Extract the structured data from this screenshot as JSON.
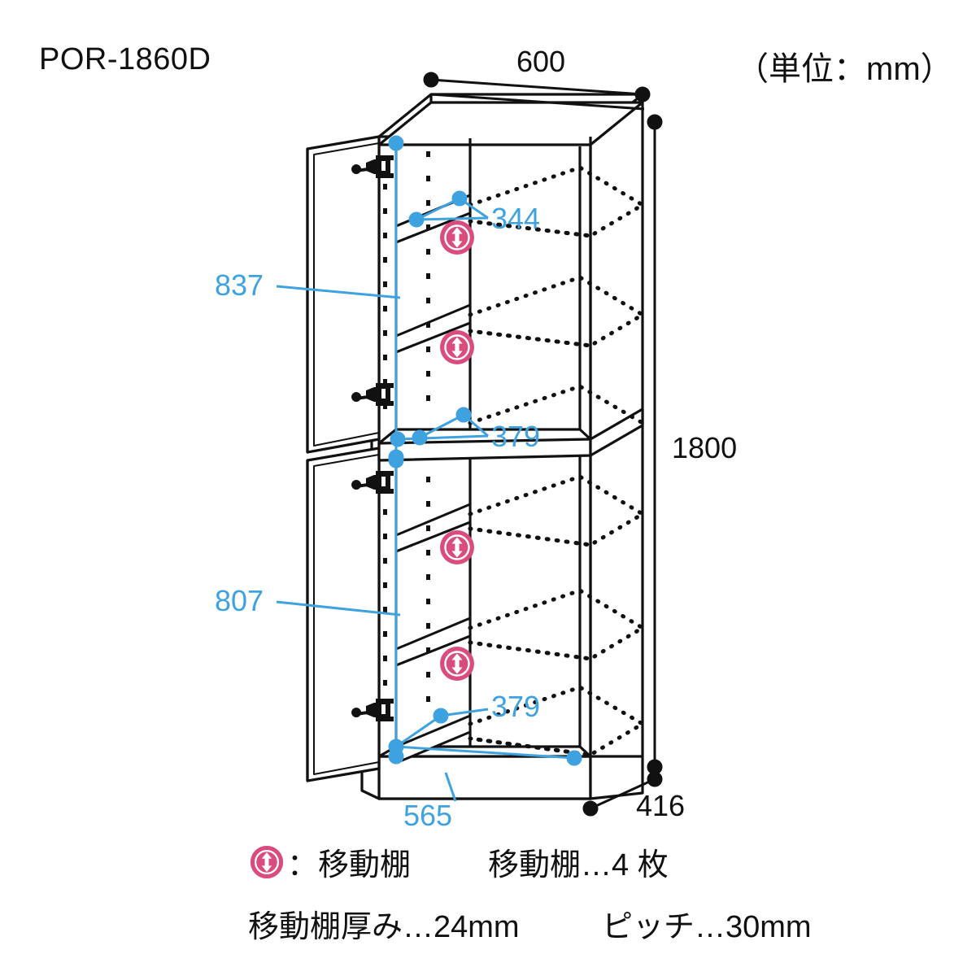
{
  "header": {
    "product_code": "POR-1860D",
    "unit_note": "（単位：mm）"
  },
  "colors": {
    "blue_dim": "#3fa2e0",
    "pink_marker": "#d94c7d",
    "line_black": "#111111"
  },
  "dimensions": {
    "width_overall": "600",
    "height_overall": "1800",
    "depth_overall": "416",
    "upper_inner_height": "837",
    "lower_inner_height": "807",
    "upper_shelf_depth": "344",
    "upper_bottom_depth": "379",
    "lower_bottom_depth": "379",
    "base_width": "565"
  },
  "legend": {
    "marker_icon": "up-down-arrow-icon",
    "marker_label": "：移動棚",
    "shelf_count_label": "移動棚…4 枚",
    "shelf_thickness_label": "移動棚厚み…24mm",
    "pitch_label": "ピッチ…30mm"
  },
  "drawing": {
    "type": "isometric-cabinet",
    "description": "tall two-door cabinet, left doors shown open, 4 adjustable shelves",
    "adjustable_shelf_markers": 4,
    "hinge_count": 4,
    "peg_hole_columns": 2
  }
}
